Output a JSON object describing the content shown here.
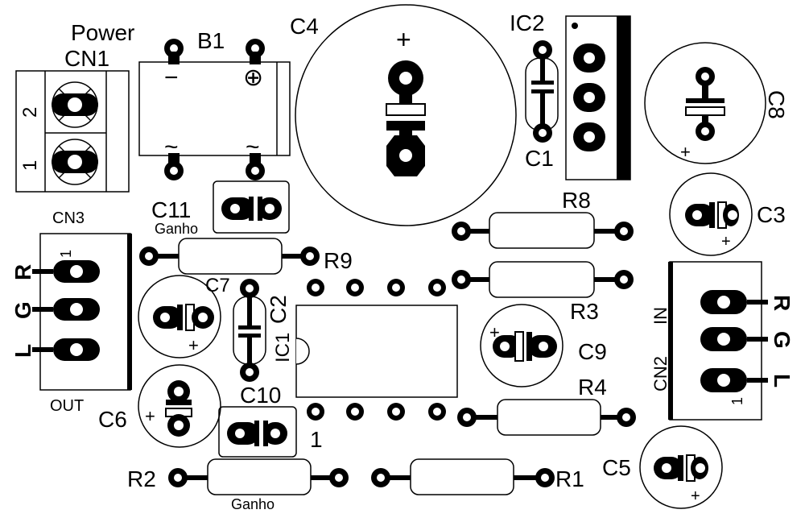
{
  "labels": {
    "power": "Power",
    "cn1": "CN1",
    "b1": "B1",
    "b1_minus": "−",
    "b1_plus": "⊕",
    "b1_ac1": "~",
    "b1_ac2": "~",
    "c4": "C4",
    "c4_plus": "+",
    "ic2": "IC2",
    "c1": "C1",
    "c8": "C8",
    "c8_plus": "+",
    "c11": "C11",
    "ganho_top": "Ganho",
    "cn3": "CN3",
    "cn3_pin1": "1",
    "cn3_r": "R",
    "cn3_g": "G",
    "cn3_l": "L",
    "out": "OUT",
    "r9": "R9",
    "r8": "R8",
    "r3": "R3",
    "r4": "R4",
    "r2": "R2",
    "r1": "R1",
    "ganho_bottom": "Ganho",
    "c7": "C7",
    "c2": "C2",
    "ic1": "IC1",
    "ic1_pin1": "1",
    "c3": "C3",
    "c3_plus": "+",
    "c9": "C9",
    "c9_plus": "+",
    "c6": "C6",
    "c6_plus": "+",
    "c7_plus": "+",
    "c10": "C10",
    "c5": "C5",
    "c5_plus": "+",
    "cn2": "CN2",
    "cn2_in": "IN",
    "cn2_pin1": "1",
    "cn2_r": "R",
    "cn2_g": "G",
    "cn2_l": "L",
    "cn1_pin2": "2",
    "cn1_pin1": "1"
  }
}
